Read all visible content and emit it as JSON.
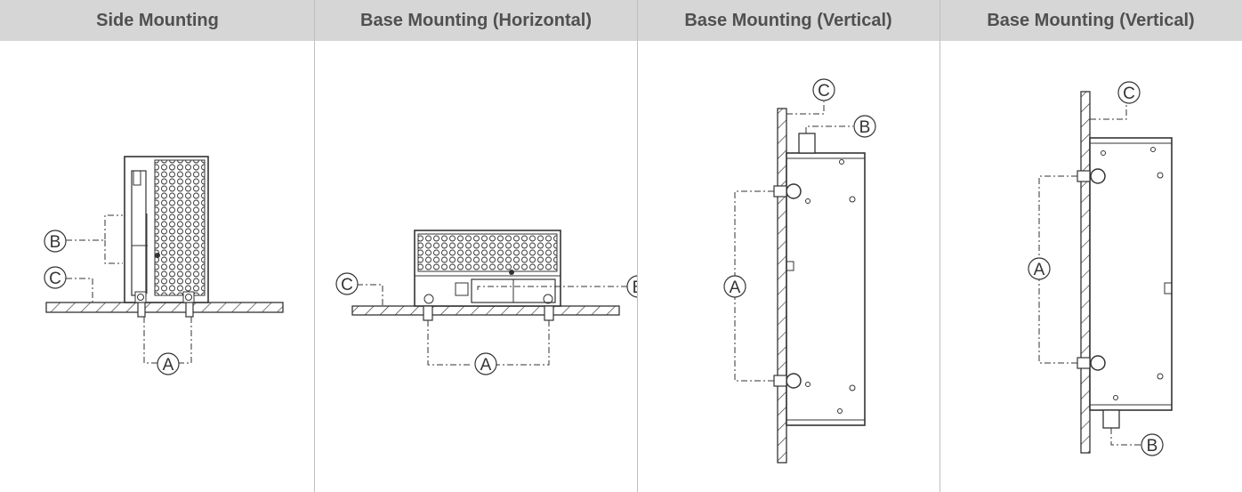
{
  "columns": [
    {
      "title": "Side Mounting"
    },
    {
      "title": "Base Mounting (Horizontal)"
    },
    {
      "title": "Base Mounting (Vertical)"
    },
    {
      "title": "Base Mounting (Vertical)"
    }
  ],
  "labels": {
    "a": "A",
    "b": "B",
    "c": "C"
  },
  "colors": {
    "header_bg": "#d6d6d6",
    "header_text": "#505050",
    "line": "#333333",
    "grid": "#bfbfbf"
  }
}
